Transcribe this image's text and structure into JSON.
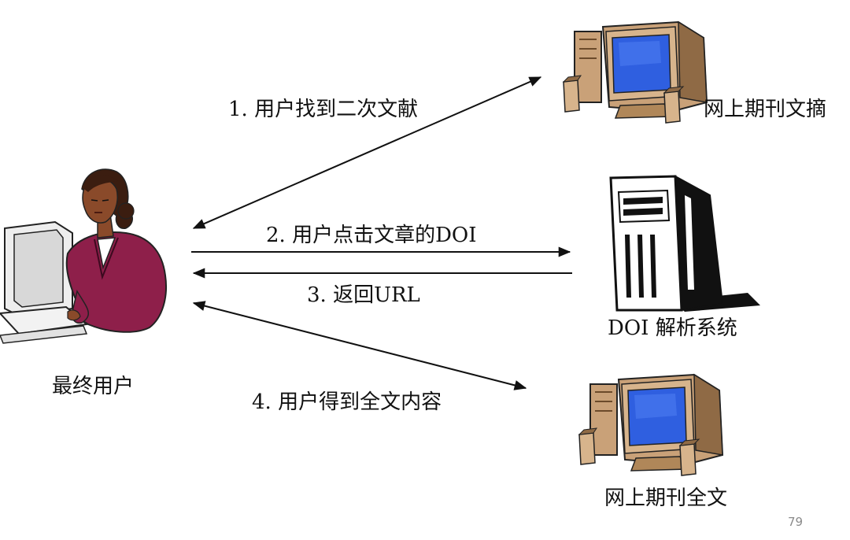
{
  "labels": {
    "step1": "1. 用户找到二次文献",
    "step2": "2. 用户点击文章的DOI",
    "step3": "3. 返回URL",
    "step4": "4. 用户得到全文内容",
    "end_user": "最终用户",
    "abstracts": "网上期刊文摘",
    "doi_system": "DOI 解析系统",
    "fulltext": "网上期刊全文"
  },
  "page_number": "79",
  "icons": {
    "user": "woman-at-computer-icon",
    "abstracts_server": "desktop-computer-icon",
    "doi_server": "server-tower-icon",
    "fulltext_server": "desktop-computer-icon"
  },
  "colors": {
    "arrow": "#111111",
    "screen": "#2f5fe0",
    "computer_body": "#c9a178",
    "jacket": "#8e1f4a",
    "skin": "#8a4a2a",
    "server": "#ffffff"
  }
}
